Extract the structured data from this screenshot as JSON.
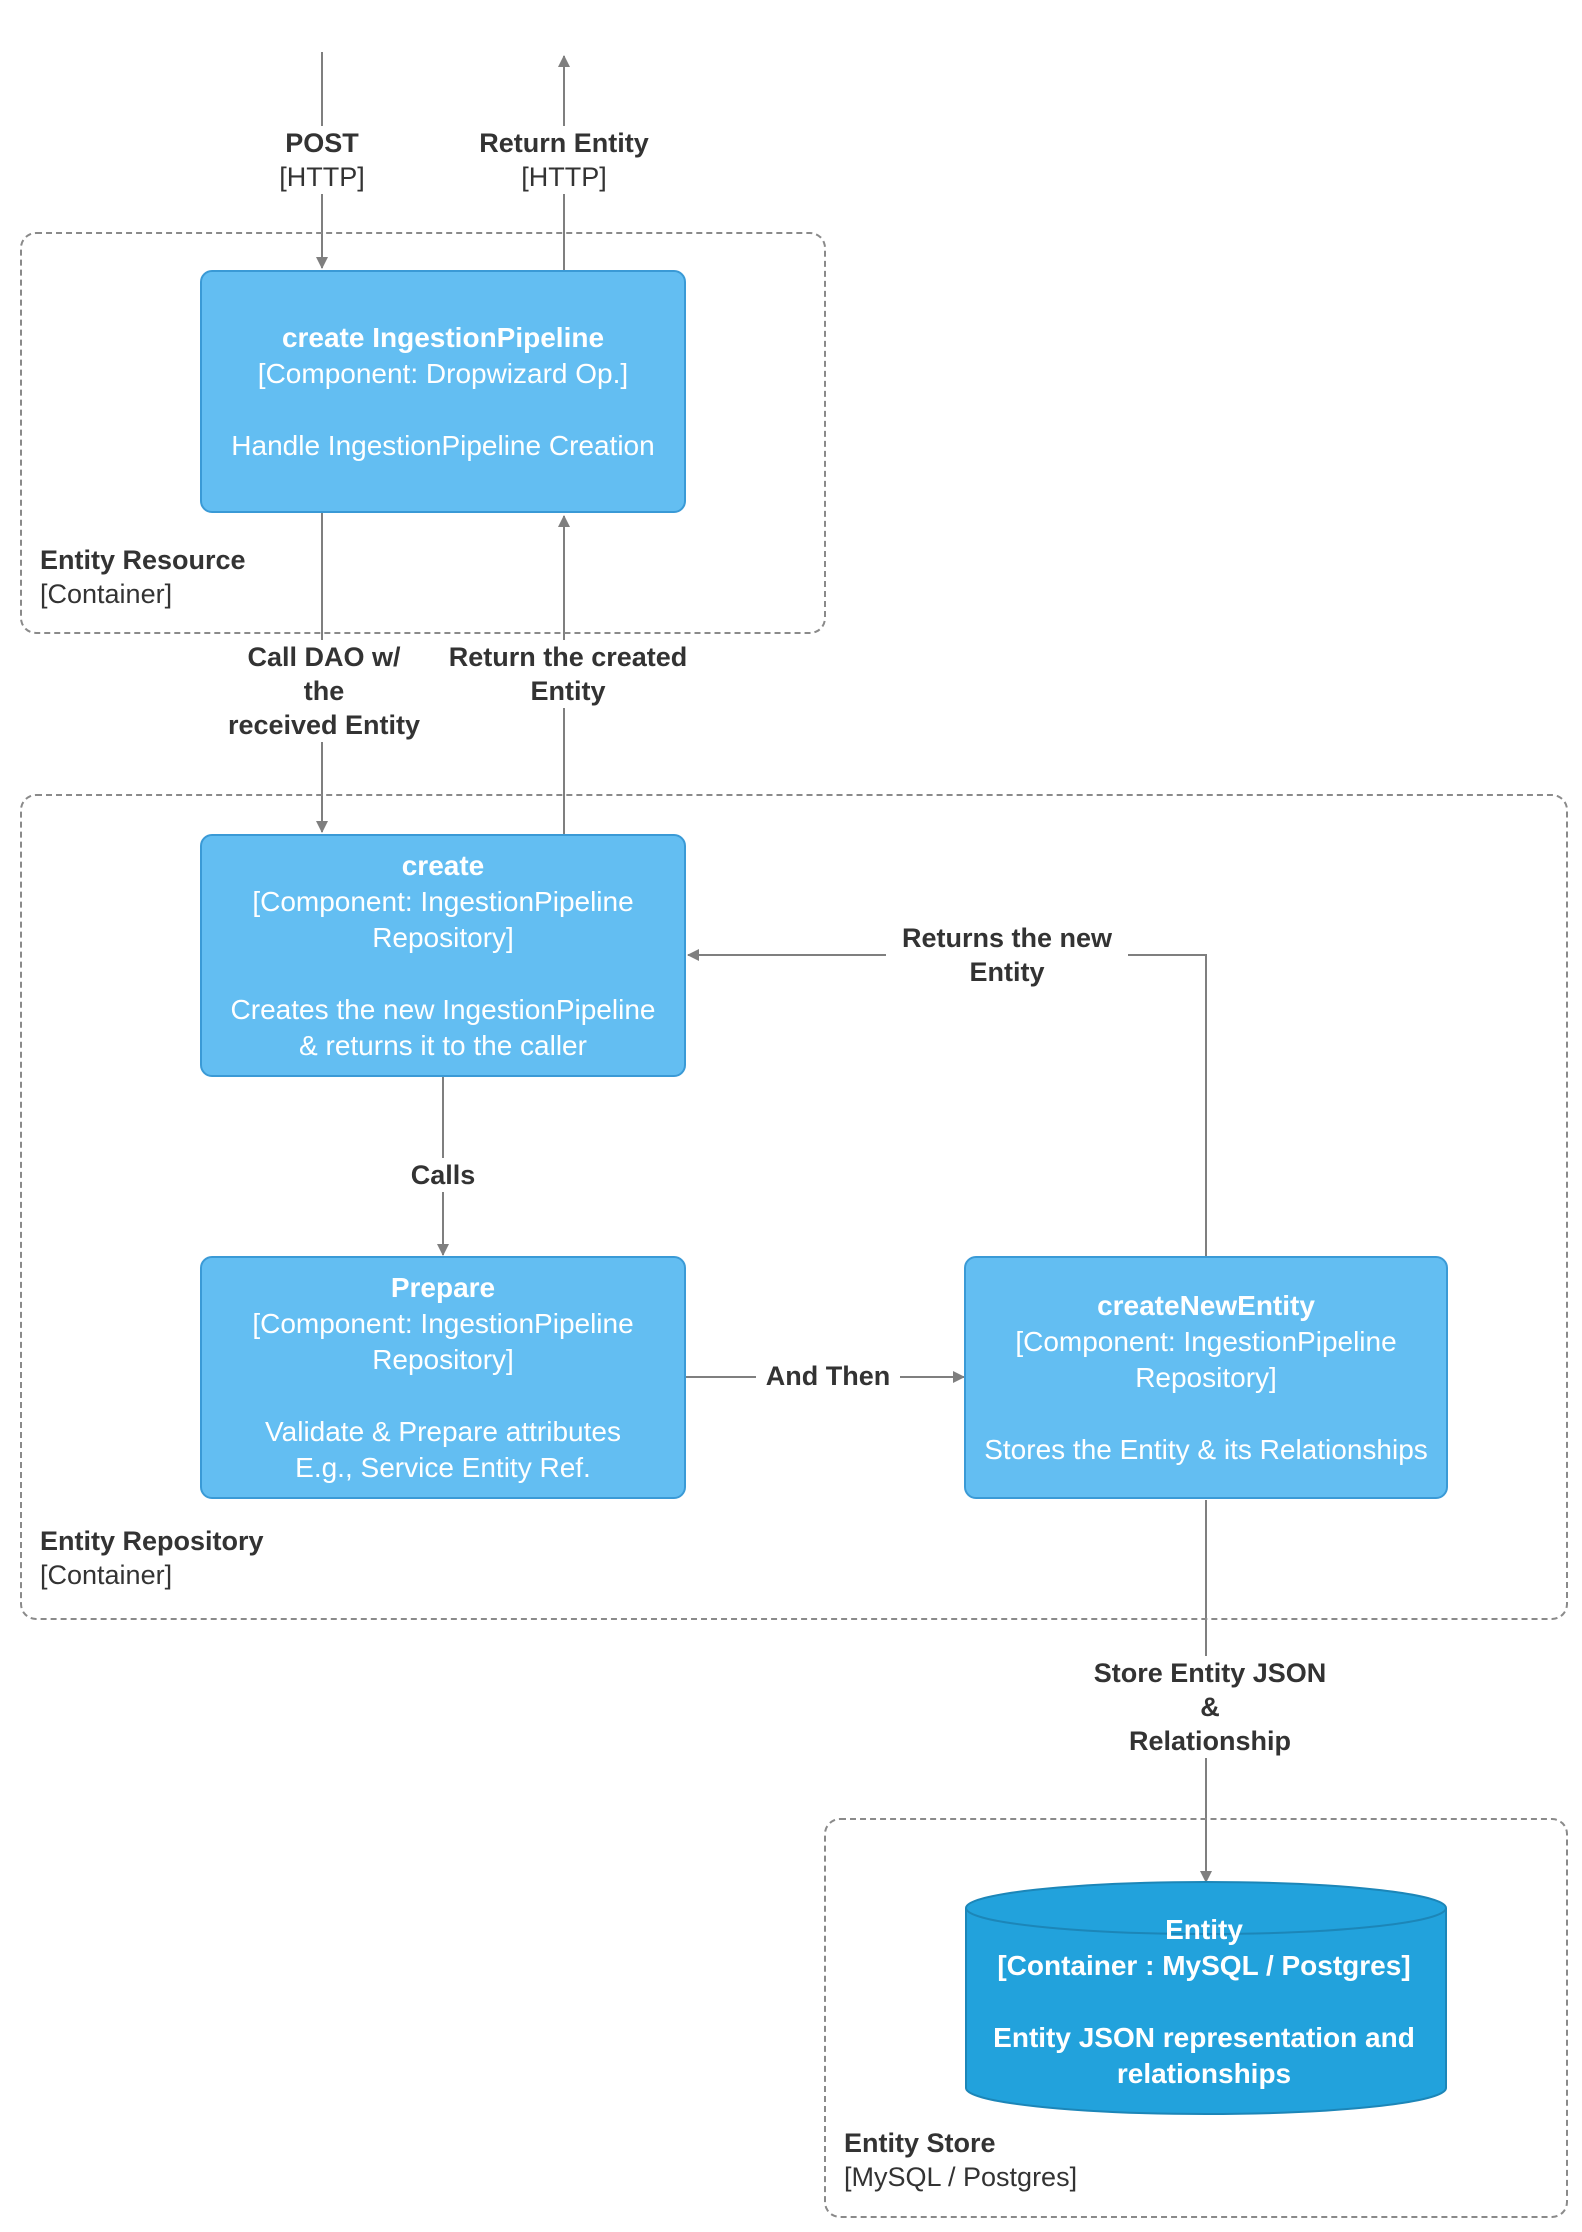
{
  "boundaries": {
    "resource": {
      "title": "Entity Resource",
      "subtitle": "[Container]"
    },
    "repository": {
      "title": "Entity Repository",
      "subtitle": "[Container]"
    },
    "store": {
      "title": "Entity Store",
      "subtitle": "[MySQL / Postgres]"
    }
  },
  "components": {
    "create_pipeline": {
      "title": "create IngestionPipeline",
      "type": "[Component: Dropwizard Op.]",
      "description": "Handle IngestionPipeline Creation"
    },
    "create": {
      "title": "create",
      "type_line1": "[Component: IngestionPipeline",
      "type_line2": "Repository]",
      "desc_line1": "Creates the new IngestionPipeline",
      "desc_line2": "& returns it to the caller"
    },
    "prepare": {
      "title": "Prepare",
      "type_line1": "[Component: IngestionPipeline",
      "type_line2": "Repository]",
      "desc_line1": "Validate & Prepare attributes",
      "desc_line2": "E.g., Service Entity Ref."
    },
    "create_new_entity": {
      "title": "createNewEntity",
      "type_line1": "[Component: IngestionPipeline",
      "type_line2": "Repository]",
      "description": "Stores the Entity & its Relationships"
    },
    "entity_db": {
      "title": "Entity",
      "type": "[Container : MySQL / Postgres]",
      "desc_line1": "Entity JSON representation and",
      "desc_line2": "relationships"
    }
  },
  "relations": {
    "post": {
      "label": "POST",
      "tech": "[HTTP]"
    },
    "return_entity": {
      "label": "Return Entity",
      "tech": "[HTTP]"
    },
    "call_dao": {
      "line1": "Call DAO w/",
      "line2": "the",
      "line3": "received Entity"
    },
    "return_created": {
      "line1": "Return the created",
      "line2": "Entity"
    },
    "returns_new": {
      "line1": "Returns the new",
      "line2": "Entity"
    },
    "calls": {
      "label": "Calls"
    },
    "and_then": {
      "label": "And Then"
    },
    "store_json": {
      "line1": "Store Entity JSON",
      "line2": "&",
      "line3": "Relationship"
    }
  },
  "colors": {
    "component_fill": "#63bef2",
    "component_border": "#3a9ad6",
    "database_fill": "#22a2dc",
    "arrow": "#7f7f7f",
    "boundary": "#8a8a8a"
  }
}
